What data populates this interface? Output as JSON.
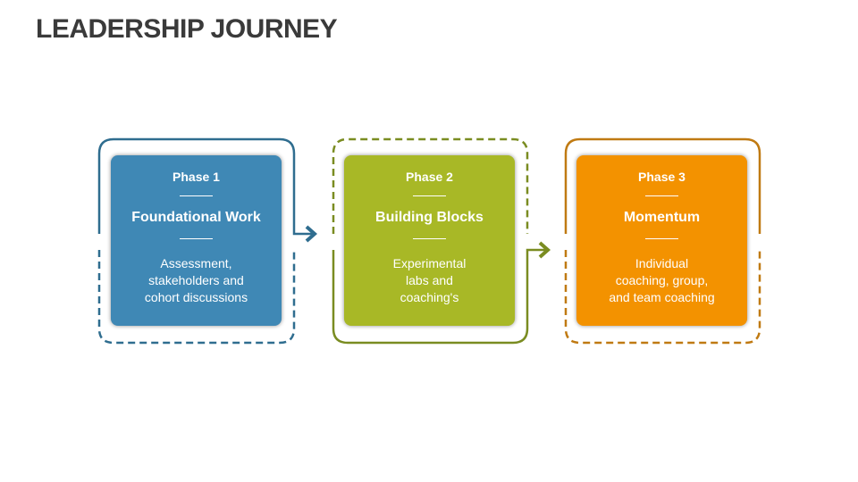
{
  "title": "LEADERSHIP JOURNEY",
  "colors": {
    "blue": "#3f88b5",
    "green": "#a8b826",
    "orange": "#f39200"
  },
  "phases": [
    {
      "phase": "Phase 1",
      "title": "Foundational Work",
      "lines": [
        "Assessment,",
        "stakeholders and",
        "cohort discussions"
      ]
    },
    {
      "phase": "Phase 2",
      "title": "Building Blocks",
      "lines": [
        "Experimental",
        "labs and",
        "coaching's"
      ]
    },
    {
      "phase": "Phase 3",
      "title": "Momentum",
      "lines": [
        "Individual",
        "coaching, group,",
        "and team coaching"
      ]
    }
  ]
}
